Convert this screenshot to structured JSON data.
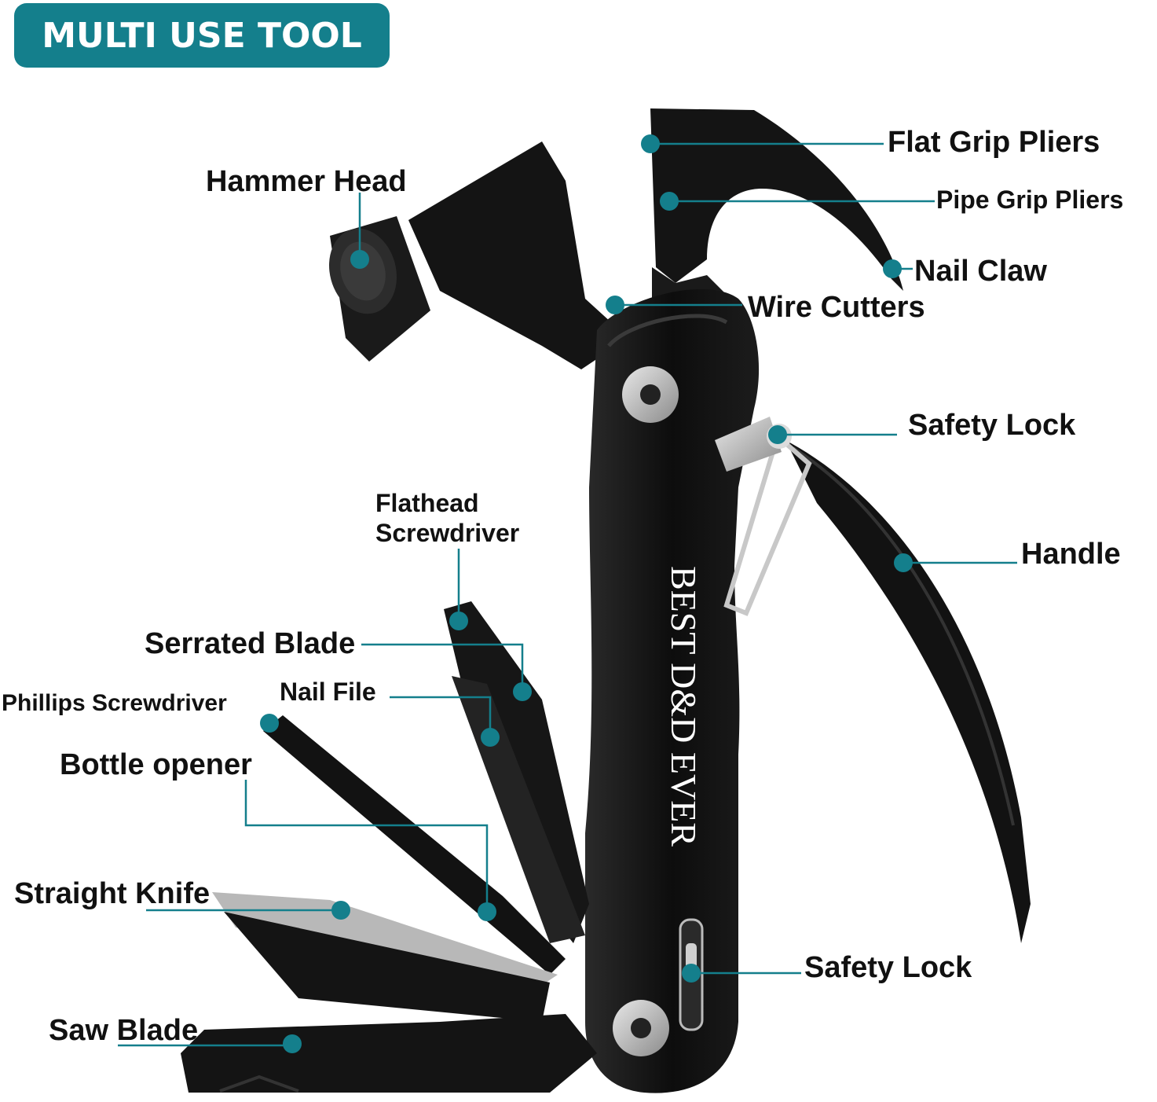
{
  "header": {
    "badge": "MULTI USE TOOL"
  },
  "engraving": "BEST D&D EVER",
  "colors": {
    "accent": "#147f8c",
    "tool": "#111111",
    "text": "#111111"
  },
  "labels": {
    "hammer_head": "Hammer Head",
    "flat_grip_pliers": "Flat Grip Pliers",
    "pipe_grip_pliers": "Pipe Grip Pliers",
    "nail_claw": "Nail Claw",
    "wire_cutters": "Wire Cutters",
    "safety_lock_top": "Safety Lock",
    "handle": "Handle",
    "flathead_line1": "Flathead",
    "flathead_line2": "Screwdriver",
    "serrated_blade": "Serrated Blade",
    "nail_file": "Nail File",
    "phillips_screwdriver": "Phillips Screwdriver",
    "bottle_opener": "Bottle opener",
    "straight_knife": "Straight Knife",
    "safety_lock_bottom": "Safety Lock",
    "saw_blade": "Saw Blade"
  }
}
